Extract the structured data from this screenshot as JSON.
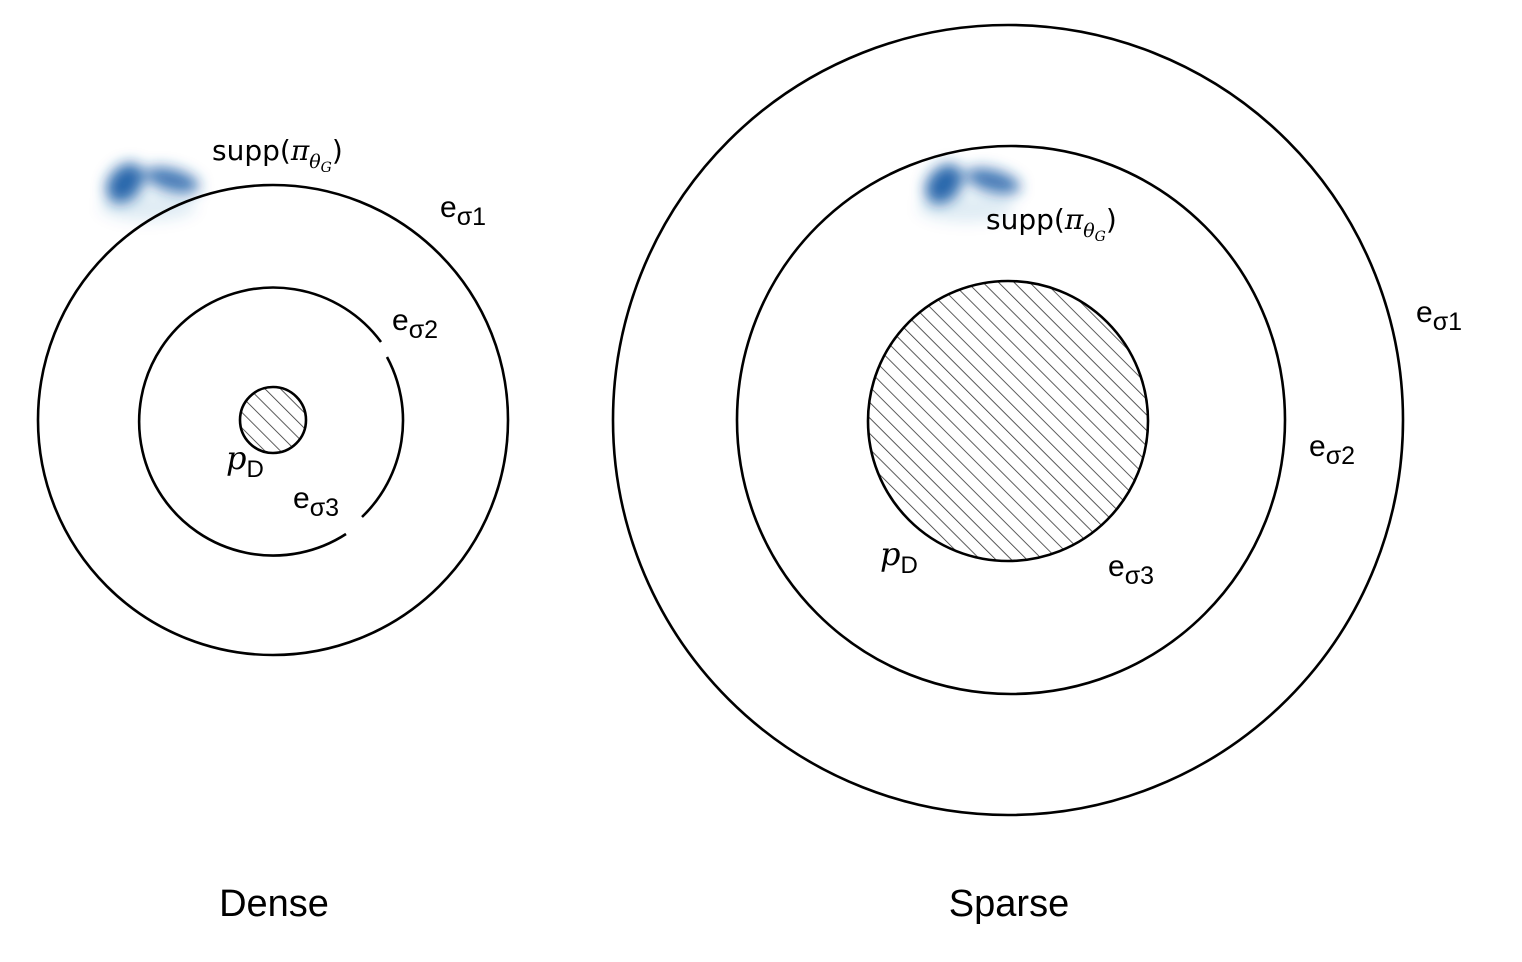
{
  "panels": {
    "dense": {
      "title": "Dense",
      "support_label": {
        "prefix": "supp(",
        "pi": "π",
        "theta": "θ",
        "g": "G",
        "suffix": ")"
      },
      "rings": [
        {
          "letter": "e",
          "subscript": "σ1"
        },
        {
          "letter": "e",
          "subscript": "σ2"
        },
        {
          "letter": "e",
          "subscript": "σ3"
        }
      ],
      "data_label": {
        "letter": "p",
        "subscript": "D"
      }
    },
    "sparse": {
      "title": "Sparse",
      "support_label": {
        "prefix": "supp(",
        "pi": "π",
        "theta": "θ",
        "g": "G",
        "suffix": ")"
      },
      "rings": [
        {
          "letter": "e",
          "subscript": "σ1"
        },
        {
          "letter": "e",
          "subscript": "σ2"
        },
        {
          "letter": "e",
          "subscript": "σ3"
        }
      ],
      "data_label": {
        "letter": "p",
        "subscript": "D"
      }
    }
  },
  "colors": {
    "stroke": "#000000",
    "hatch": "#333333",
    "support_blob": "#1f5fa8",
    "background": "#ffffff"
  }
}
